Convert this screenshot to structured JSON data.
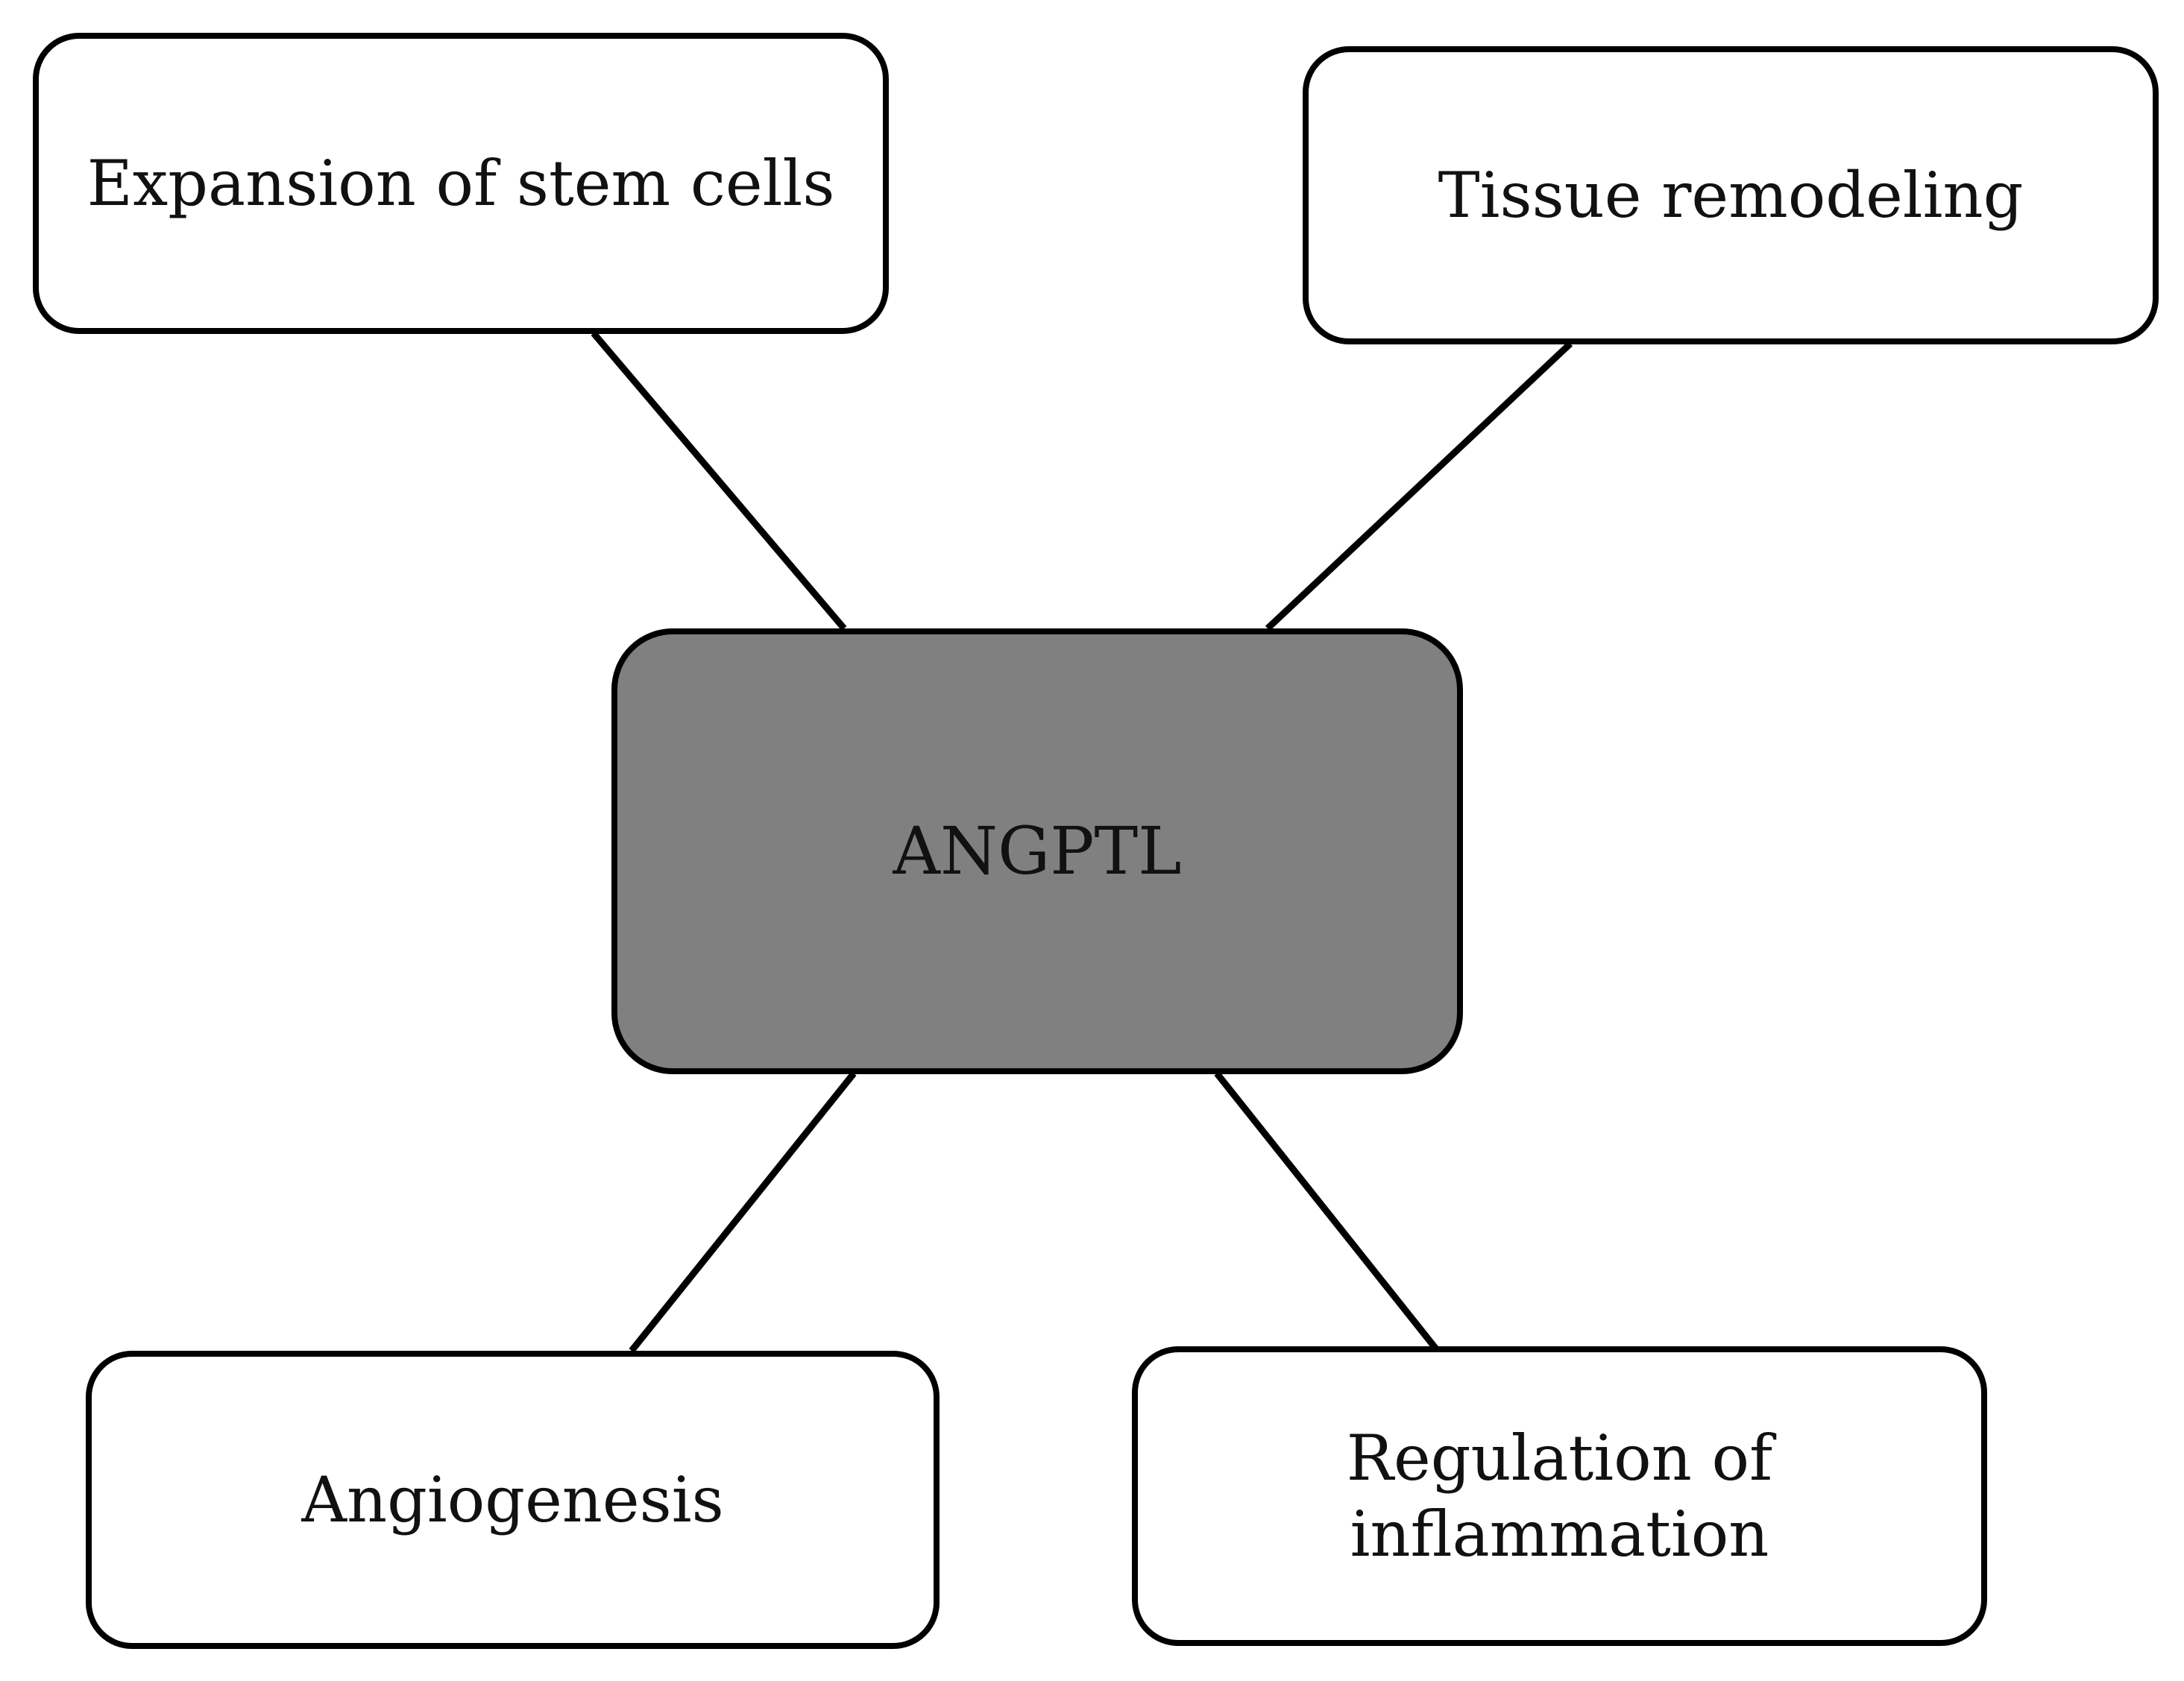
{
  "diagram": {
    "center": {
      "label": "ANGPTL",
      "fill_color": "#808080"
    },
    "nodes": [
      {
        "id": "top-left",
        "label": "Expansion of stem cells"
      },
      {
        "id": "top-right",
        "label": "Tissue remodeling"
      },
      {
        "id": "bottom-left",
        "label": "Angiogenesis"
      },
      {
        "id": "bottom-right",
        "label": "Regulation of inflammation"
      }
    ],
    "edges": [
      {
        "from": "ANGPTL",
        "to": "Expansion of stem cells"
      },
      {
        "from": "ANGPTL",
        "to": "Tissue remodeling"
      },
      {
        "from": "ANGPTL",
        "to": "Angiogenesis"
      },
      {
        "from": "ANGPTL",
        "to": "Regulation of inflammation"
      }
    ]
  }
}
